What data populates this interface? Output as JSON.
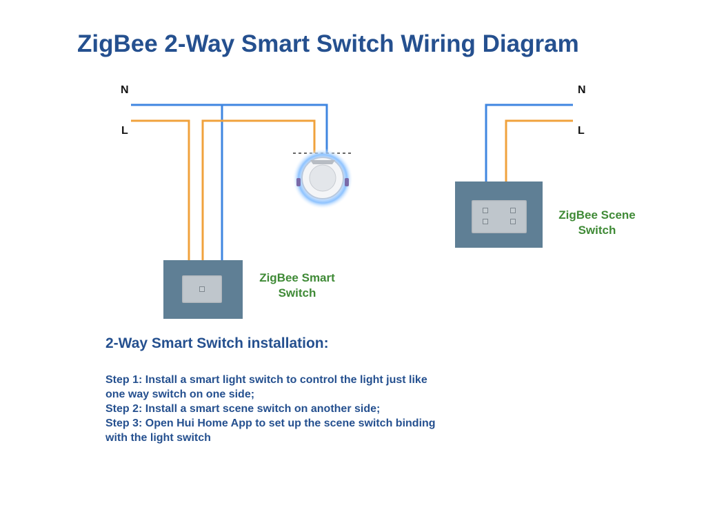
{
  "title": "ZigBee 2-Way Smart Switch Wiring Diagram",
  "left_circuit": {
    "neutral_label": "N",
    "live_label": "L"
  },
  "right_circuit": {
    "neutral_label": "N",
    "live_label": "L"
  },
  "devices": {
    "smart_switch": {
      "caption_line1": "ZigBee Smart",
      "caption_line2": "Switch",
      "keys": 1
    },
    "scene_switch": {
      "caption_line1": "ZigBee Scene",
      "caption_line2": "Switch",
      "keys": 4
    },
    "lamp": {
      "icon": "downlight-icon"
    }
  },
  "colors": {
    "neutral_wire": "#3f86e0",
    "live_wire": "#f0a23c",
    "title": "#25508f",
    "caption": "#3f8a36"
  },
  "installation": {
    "heading": "2-Way Smart Switch installation:",
    "steps": [
      "Step 1: Install a smart light switch to control the light just like",
      "one way switch on one side;",
      "Step 2: Install a smart scene switch on another side;",
      "Step 3: Open Hui Home App to set up the scene switch binding",
      "with the light switch"
    ]
  }
}
